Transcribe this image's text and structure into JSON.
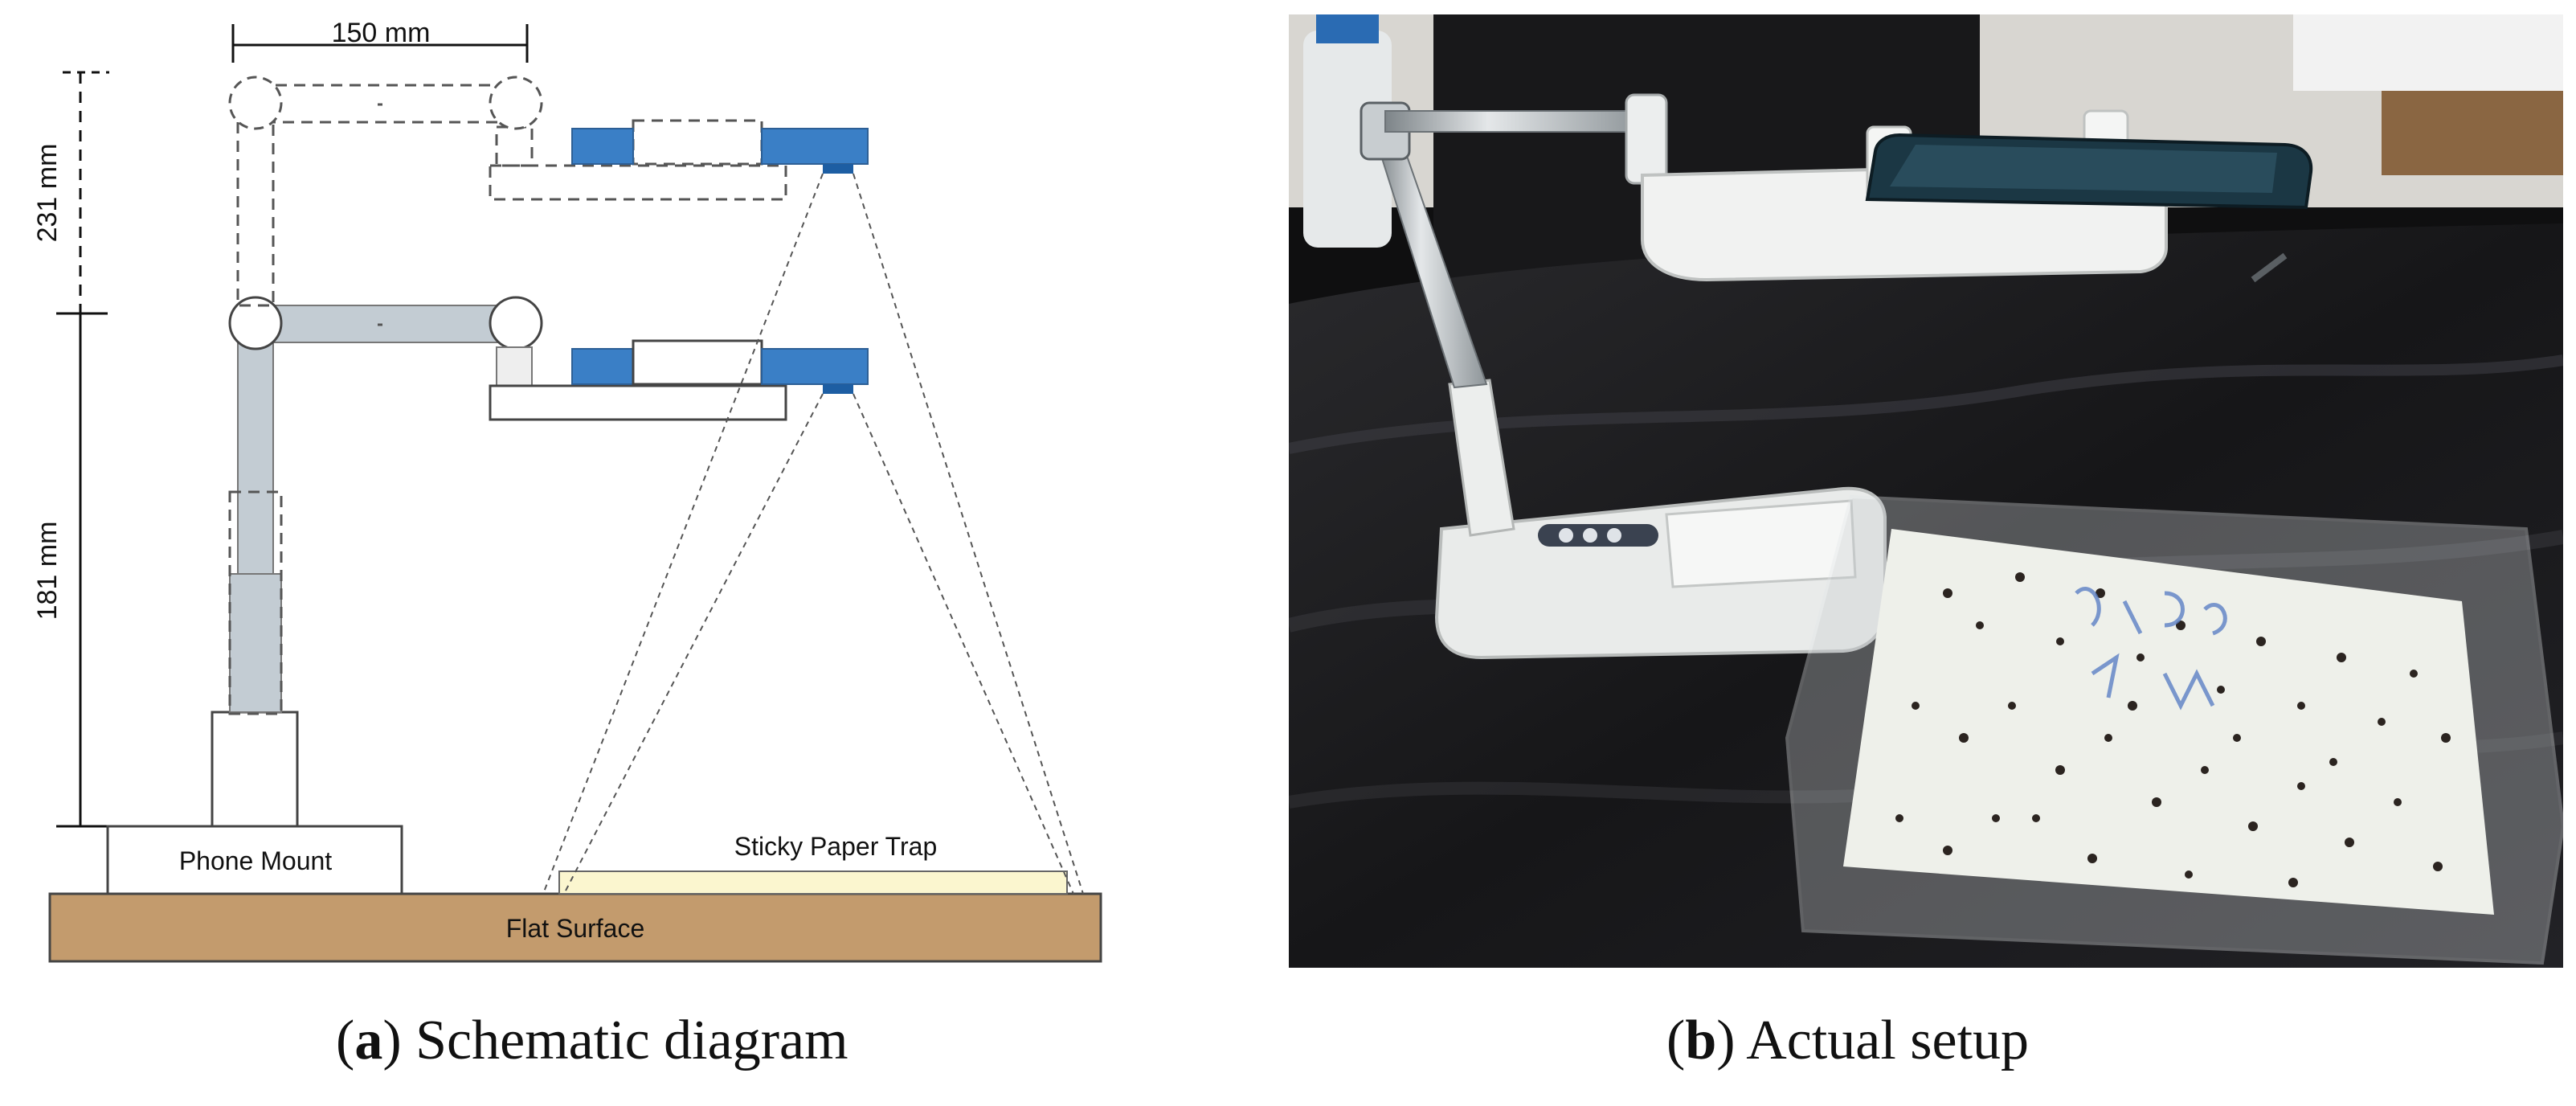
{
  "diagram": {
    "dim_width": "150 mm",
    "dim_upper": "231 mm",
    "dim_lower": "181 mm",
    "label_mount": "Phone Mount",
    "label_trap": "Sticky Paper Trap",
    "label_surface": "Flat Surface",
    "colors": {
      "arm": "#c3ccd3",
      "phone_blue": "#3a7fc6",
      "lens": "#1d5ea3",
      "surface": "#c39b6d",
      "trap": "#fbf6cf",
      "outline": "#444444"
    }
  },
  "captions": {
    "a_letter": "a",
    "a_text": "Schematic diagram",
    "b_letter": "b",
    "b_text": "Actual setup"
  }
}
